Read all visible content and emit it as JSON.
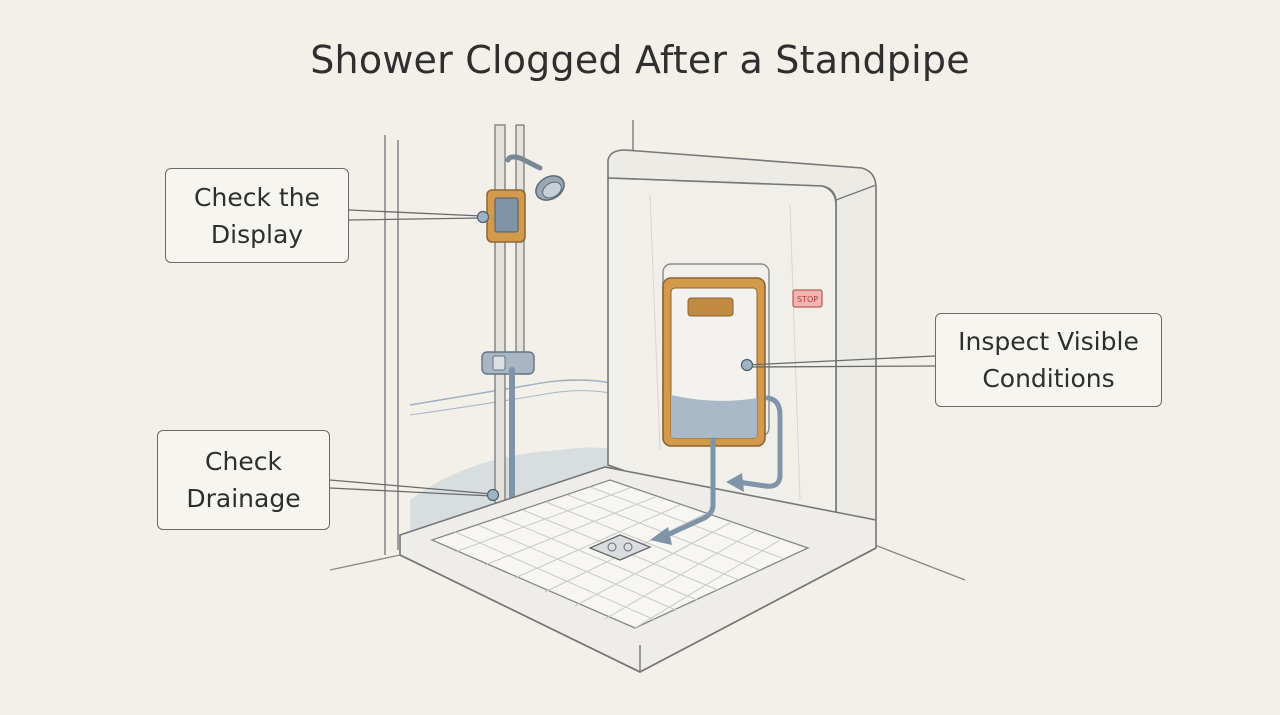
{
  "title": "Shower Clogged After a Standpipe",
  "callouts": {
    "display": {
      "line1": "Check the",
      "line2": "Display"
    },
    "drainage": {
      "line1": "Check",
      "line2": "Drainage"
    },
    "inspect": {
      "line1": "Inspect Visible",
      "line2": "Conditions"
    }
  },
  "sign_text": "STOP",
  "colors": {
    "background": "#f3f0ea",
    "ink": "#5b5b5b",
    "accent_amber": "#d39a4c",
    "water_blue": "#9fb3c6",
    "pipe_blue": "#7f94a8",
    "stop_red": "#e06a63"
  }
}
